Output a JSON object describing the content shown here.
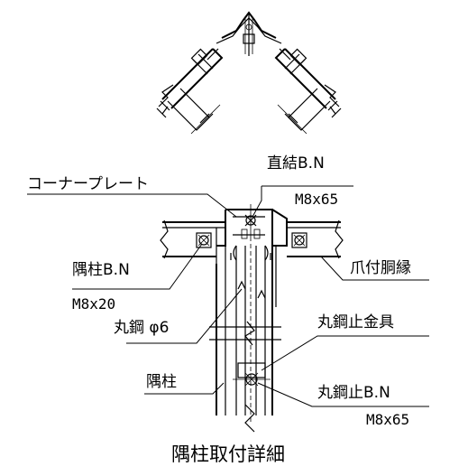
{
  "labels": {
    "corner_plate": "コーナープレート",
    "direct_bolt": "直結B.N",
    "direct_bolt_size": "M8x65",
    "corner_post_bolt": "隅柱B.N",
    "corner_post_bolt_size": "M8x20",
    "round_steel": "丸鋼 φ6",
    "round_steel_stopper": "丸鋼止金具",
    "corner_post": "隅柱",
    "round_steel_stopper_bolt": "丸鋼止B.N",
    "round_steel_stopper_bolt_size": "M8x65",
    "claw_girt": "爪付胴縁"
  },
  "title": "隅柱取付詳細"
}
